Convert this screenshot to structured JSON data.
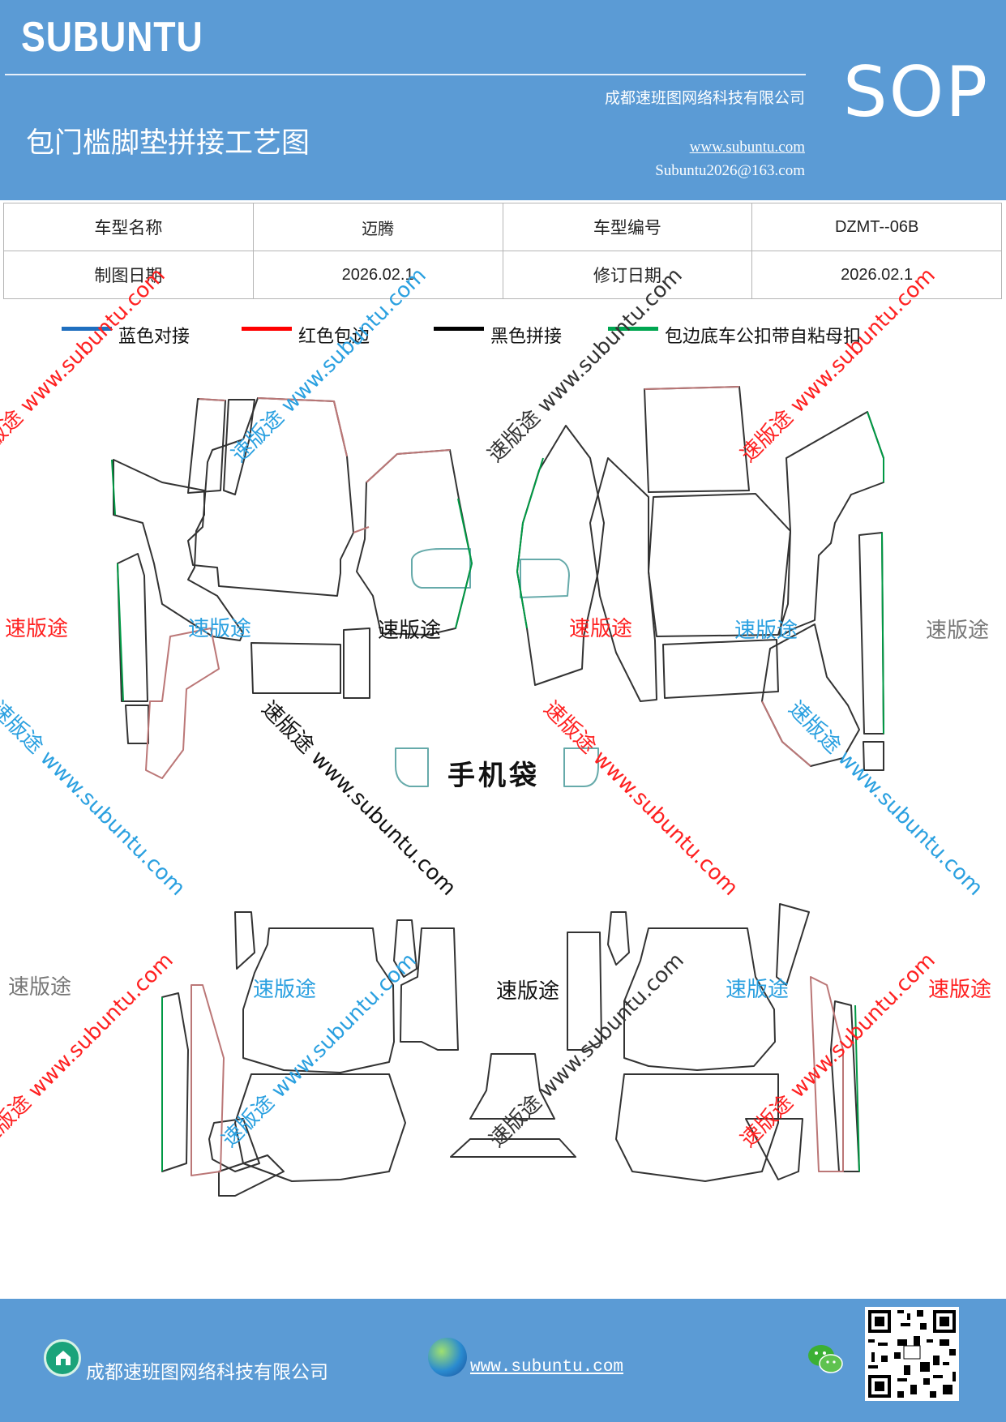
{
  "header": {
    "brand": "SUBUNTU",
    "company": "成都速班图网络科技有限公司",
    "title": "包门槛脚垫拼接工艺图",
    "url": "www.subuntu.com",
    "email": "Subuntu2026@163.com",
    "badge": "SOP"
  },
  "info_table": {
    "row1": {
      "label1": "车型名称",
      "value1": "迈腾",
      "label2": "车型编号",
      "value2": "DZMT--06B"
    },
    "row2": {
      "label1": "制图日期",
      "value1": "2026.02.1",
      "label2": "修订日期",
      "value2": "2026.02.1"
    }
  },
  "legend": [
    {
      "label": "蓝色对接",
      "color": "#1f6fbf"
    },
    {
      "label": "红色包边",
      "color": "#ff0000"
    },
    {
      "label": "黑色拼接",
      "color": "#000000"
    },
    {
      "label": "包边底车公扣带自粘母扣",
      "color": "#00a651"
    }
  ],
  "drawing": {
    "phone_pocket_label": "手机袋",
    "watermark_short": "速版途",
    "watermark_long": "速版途 www.subuntu.com",
    "watermark_colors": {
      "red": "#ff2020",
      "blue": "#2aa0e0",
      "black": "#111111",
      "gray": "#777777"
    }
  },
  "footer": {
    "company": "成都速班图网络科技有限公司",
    "url": "www.subuntu.com"
  },
  "icons": {
    "home": "home-icon",
    "globe": "globe-icon",
    "wechat": "wechat-icon",
    "qr": "qr-code"
  }
}
